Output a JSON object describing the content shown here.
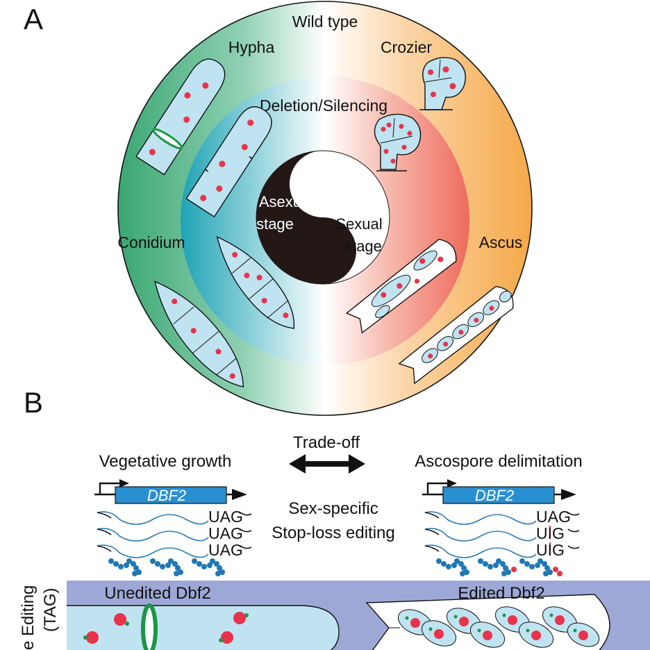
{
  "panel_a": {
    "letter": "A",
    "outer_ring_title": "Wild type",
    "inner_ring_title": "Deletion/Silencing",
    "left_top_label": "Hypha",
    "right_top_label": "Crozier",
    "left_label": "Conidium",
    "right_label": "Ascus",
    "yin_label_1": "Asexual",
    "yin_label_2": "stage",
    "yang_label_1": "Sexual",
    "yang_label_2": "stage",
    "colors": {
      "asexual_green": "#3aa672",
      "asexual_teal": "#1fa3b5",
      "sexual_orange": "#f5a848",
      "sexual_red": "#ee6b5c",
      "cell_fill": "#bfe3f1",
      "nucleus": "#e8334a",
      "septum_ring": "#1b9646"
    }
  },
  "panel_b": {
    "letter": "B",
    "tradeoff_label": "Trade-off",
    "left_heading": "Vegetative growth",
    "right_heading": "Ascospore delimitation",
    "gene_left": "DBF2",
    "gene_right": "DBF2",
    "middle_line_1": "Sex-specific",
    "middle_line_2": "Stop-loss editing",
    "codons_left": [
      "UAG",
      "UAG",
      "UAG"
    ],
    "codons_right": [
      "UAG",
      "UIG",
      "UIG"
    ],
    "side_label_1": "e Editing",
    "side_label_2": "(TAG)",
    "band_left_label": "Unedited Dbf2",
    "band_right_label": "Edited Dbf2",
    "colors": {
      "gene_box": "#2a8fd0",
      "mrna": "#2c7bb6",
      "protein": "#1e78b4",
      "edit_mark": "#e8334a",
      "band": "#9ea8d6"
    }
  }
}
